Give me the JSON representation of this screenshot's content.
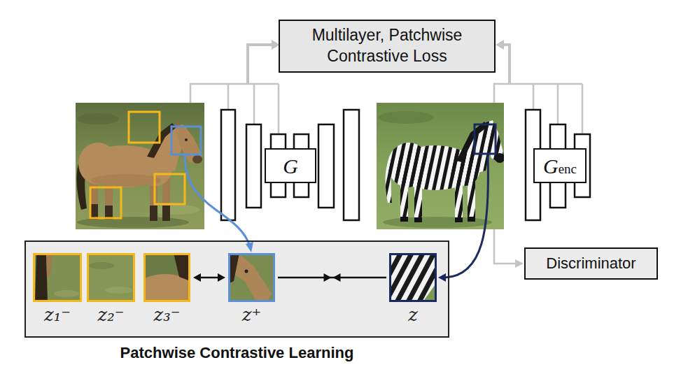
{
  "diagram": {
    "nodes": [
      {
        "text": [
          "Multilayer, Patchwise Contrastive Loss"
        ]
      },
      {
        "text": [
          "G"
        ]
      },
      {
        "text": [
          "Genc"
        ]
      },
      {
        "text": [
          "Discriminator"
        ]
      },
      {
        "text": [
          "Patchwise Contrastive Learning"
        ]
      },
      {
        "text": [
          "z₁⁻"
        ],
        "in": 4
      },
      {
        "text": [
          "z₂⁻"
        ],
        "in": 4
      },
      {
        "text": [
          "z₃⁻"
        ],
        "in": 4
      },
      {
        "text": [
          "z⁺"
        ],
        "in": 4
      },
      {
        "text": [
          "z"
        ],
        "in": 4
      }
    ],
    "edges": [
      {
        "from": 7,
        "to": 8,
        "arrow": "both"
      },
      {
        "from": 8,
        "to": 9,
        "arrow": "none"
      }
    ]
  }
}
